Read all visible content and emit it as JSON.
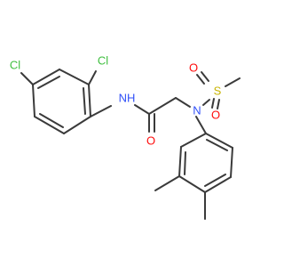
{
  "molecule": {
    "atoms": [
      {
        "id": "cl1",
        "symbol": "Cl",
        "color": "#3fbf3f"
      },
      {
        "id": "cl2",
        "symbol": "Cl",
        "color": "#3fbf3f"
      },
      {
        "id": "nh",
        "symbol": "NH",
        "color": "#3050f8"
      },
      {
        "id": "o_carbonyl",
        "symbol": "O",
        "color": "#ff0d0d"
      },
      {
        "id": "n_sulfonamide",
        "symbol": "N",
        "color": "#3050f8"
      },
      {
        "id": "s",
        "symbol": "S",
        "color": "#c8b400"
      },
      {
        "id": "o_s1",
        "symbol": "O",
        "color": "#ff0d0d"
      },
      {
        "id": "o_s2",
        "symbol": "O",
        "color": "#ff0d0d"
      }
    ],
    "bond_color": "#3a3a3a"
  }
}
